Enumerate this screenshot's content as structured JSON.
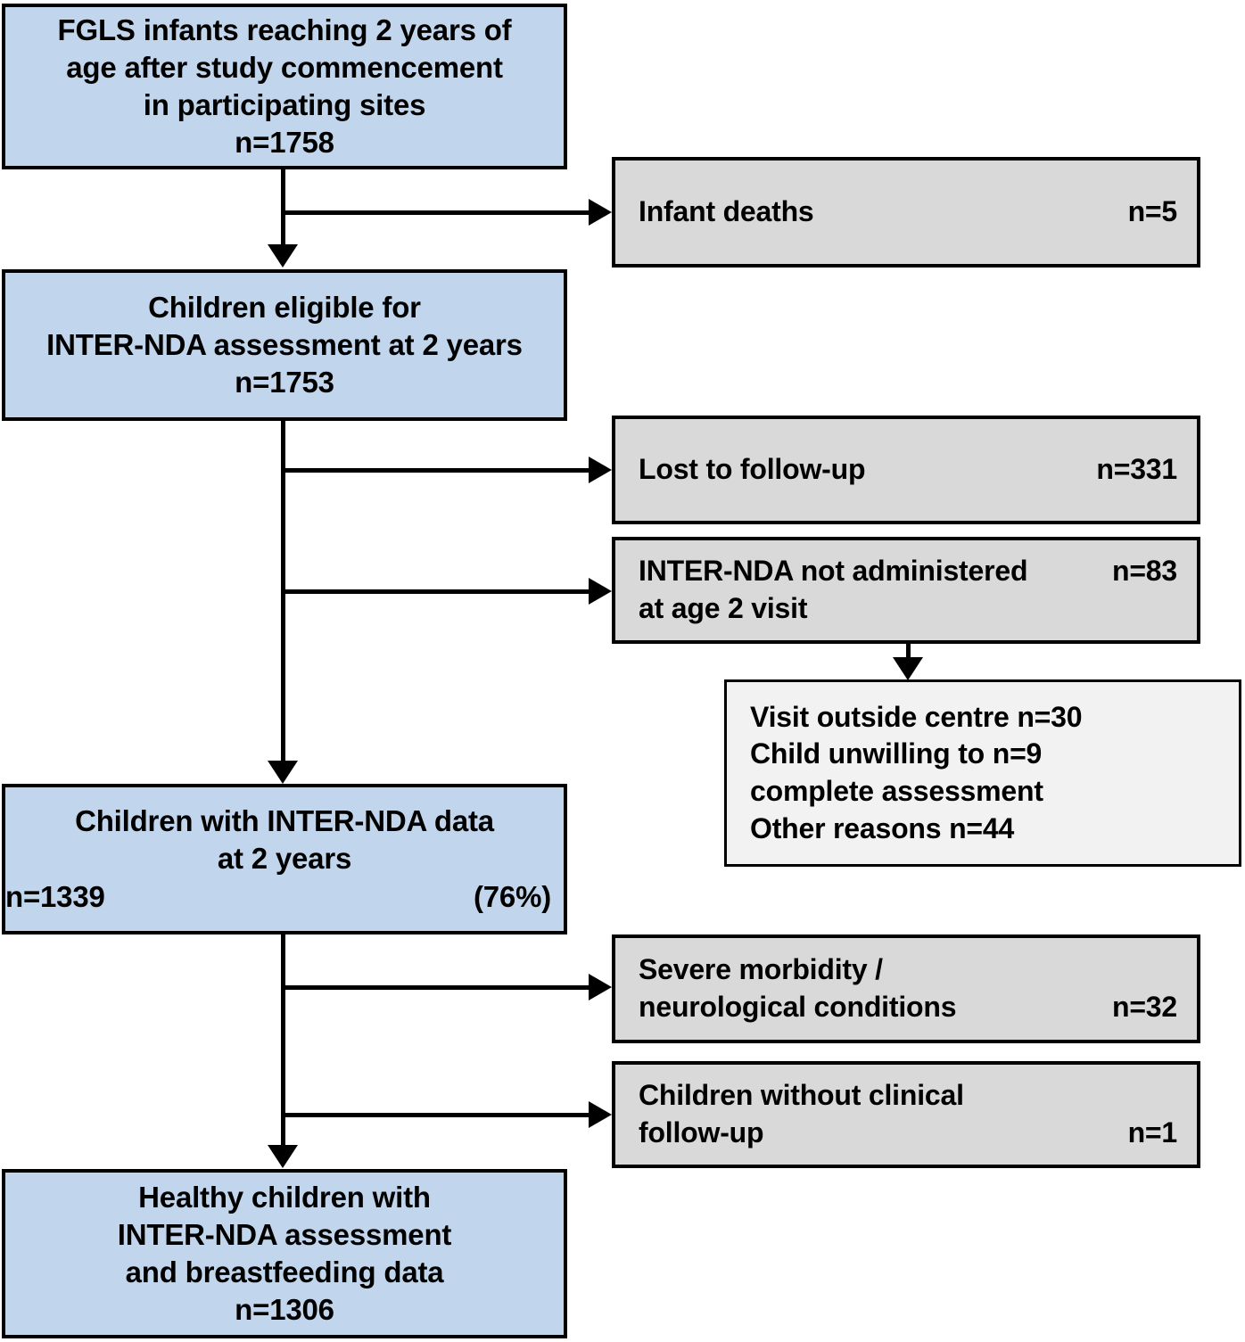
{
  "figure": {
    "type": "flow-diagram",
    "title": "FGLS INTER-NDA participant flow at 2 years",
    "colors": {
      "primary_node": "#c1d6ec",
      "exclusion_node": "#d9d9d9",
      "reason_node": "#f2f2f2",
      "border": "#000000",
      "text": "#000000",
      "background": "#ffffff"
    }
  },
  "nodes": {
    "enrolled": {
      "line1": "FGLS infants reaching 2 years of",
      "line2": "age after study commencement",
      "line3": "in participating sites",
      "count": "n=1758"
    },
    "eligible": {
      "line1": "Children eligible for",
      "line2": "INTER-NDA assessment at 2 years",
      "count": "n=1753"
    },
    "with_data": {
      "line1": "Children with INTER-NDA data",
      "line2": "at 2 years",
      "count": "n=1339",
      "percent": "(76%)"
    },
    "final": {
      "line1": "Healthy children with",
      "line2": "INTER-NDA assessment",
      "line3": "and breastfeeding data",
      "count": "n=1306"
    }
  },
  "exclusions": {
    "infant_deaths": {
      "label": "Infant deaths",
      "count": "n=5"
    },
    "lost_to_followup": {
      "label": "Lost to follow-up",
      "count": "n=331"
    },
    "not_administered": {
      "line1": "INTER-NDA not administered",
      "line2": "at age 2 visit",
      "count": "n=83"
    },
    "severe_morbidity": {
      "line1": "Severe morbidity /",
      "line2": "neurological conditions",
      "count": "n=32"
    },
    "no_clinical_followup": {
      "line1": "Children without clinical",
      "line2": "follow-up",
      "count": "n=1"
    }
  },
  "reasons_not_administered": {
    "rows": [
      {
        "label": "Visit outside centre",
        "count": "n=30"
      },
      {
        "label": "Child unwilling to",
        "count": "n=9"
      },
      {
        "label": "complete assessment",
        "count": ""
      },
      {
        "label": "Other reasons",
        "count": "n=44"
      }
    ]
  }
}
